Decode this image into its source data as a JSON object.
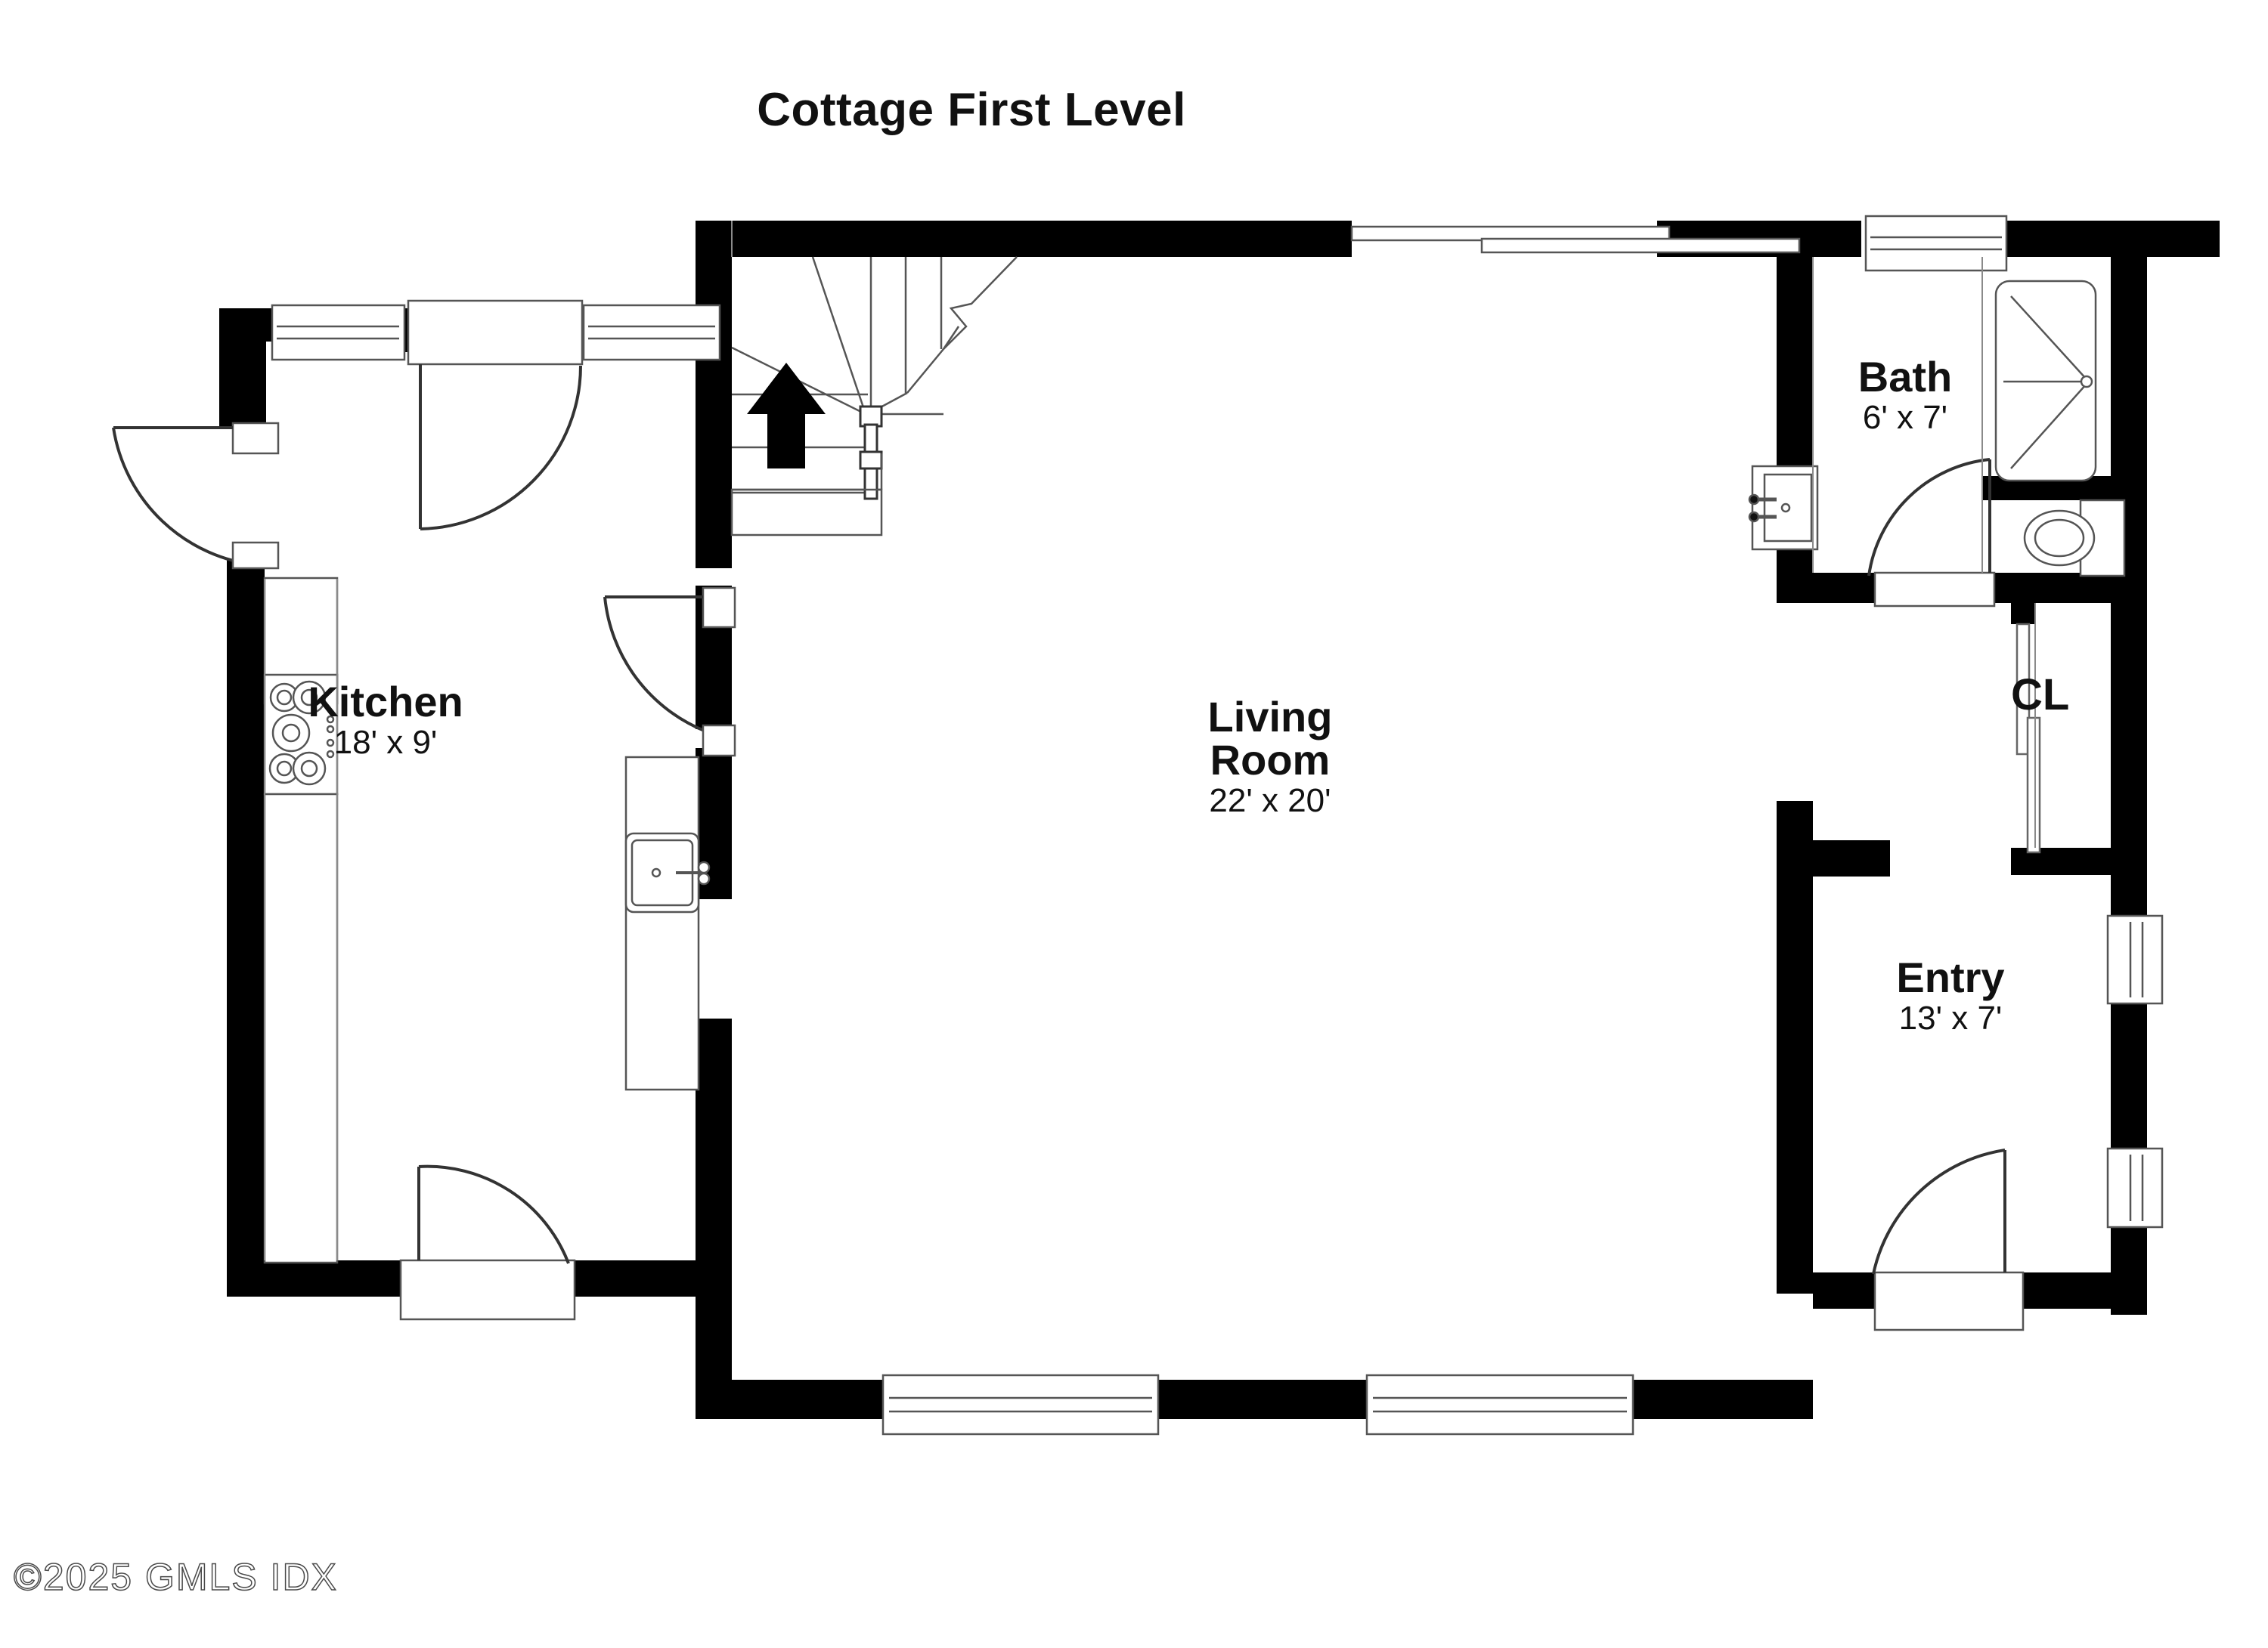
{
  "title": "Cottage First Level",
  "copyright": "©2025 GMLS IDX",
  "theme": {
    "wall_color": "#000000",
    "fixture_line_color": "#3a3a3a",
    "background": "#ffffff",
    "text_color": "#111111"
  },
  "rooms": [
    {
      "key": "kitchen",
      "name": "Kitchen",
      "dims": "18' x 9'"
    },
    {
      "key": "livingroom",
      "name": "Living Room",
      "dims": "22' x 20'"
    },
    {
      "key": "bath",
      "name": "Bath",
      "dims": "6' x 7'"
    },
    {
      "key": "entry",
      "name": "Entry",
      "dims": "13' x 7'"
    },
    {
      "key": "closet",
      "name": "CL",
      "dims": ""
    }
  ],
  "room_labels": {
    "kitchen": {
      "name": "Kitchen",
      "dims": "18' x 9'"
    },
    "livingroom": {
      "name_line1": "Living",
      "name_line2": "Room",
      "dims": "22' x 20'"
    },
    "bath": {
      "name": "Bath",
      "dims": "6' x 7'"
    },
    "entry": {
      "name": "Entry",
      "dims": "13' x 7'"
    },
    "closet": {
      "name": "CL"
    }
  },
  "fixtures": [
    {
      "name": "range-cooktop",
      "room": "kitchen",
      "burners": 5
    },
    {
      "name": "kitchen-sink",
      "room": "kitchen",
      "basins": 1
    },
    {
      "name": "counter-upper",
      "room": "kitchen"
    },
    {
      "name": "counter-island",
      "room": "kitchen"
    },
    {
      "name": "shower-stall",
      "room": "bath"
    },
    {
      "name": "toilet",
      "room": "bath"
    },
    {
      "name": "vanity-sink",
      "room": "bath"
    },
    {
      "name": "staircase-up",
      "room": "livingroom",
      "direction": "up",
      "treads": 10
    }
  ],
  "openings": [
    {
      "name": "window-kitchen-north-left",
      "type": "window",
      "wall": "north"
    },
    {
      "name": "window-kitchen-north-right",
      "type": "window",
      "wall": "north"
    },
    {
      "name": "door-kitchen-northwest",
      "type": "swing-door",
      "wall": "north"
    },
    {
      "name": "door-exterior-west",
      "type": "swing-door",
      "wall": "west"
    },
    {
      "name": "door-kitchen-south",
      "type": "swing-door",
      "wall": "south"
    },
    {
      "name": "door-kitchen-living",
      "type": "swing-door",
      "wall": "interior"
    },
    {
      "name": "slider-living-north",
      "type": "sliding-glass-door",
      "wall": "north"
    },
    {
      "name": "window-bath-north",
      "type": "window",
      "wall": "north"
    },
    {
      "name": "door-bath",
      "type": "swing-door",
      "wall": "interior"
    },
    {
      "name": "door-closet-bifold",
      "type": "bifold-door",
      "wall": "interior"
    },
    {
      "name": "window-living-south-left",
      "type": "window",
      "wall": "south"
    },
    {
      "name": "window-living-south-right",
      "type": "window",
      "wall": "south"
    },
    {
      "name": "door-entry-south",
      "type": "swing-door",
      "wall": "south"
    },
    {
      "name": "window-entry-east-upper",
      "type": "window",
      "wall": "east"
    },
    {
      "name": "window-entry-east-lower",
      "type": "window",
      "wall": "east"
    }
  ]
}
